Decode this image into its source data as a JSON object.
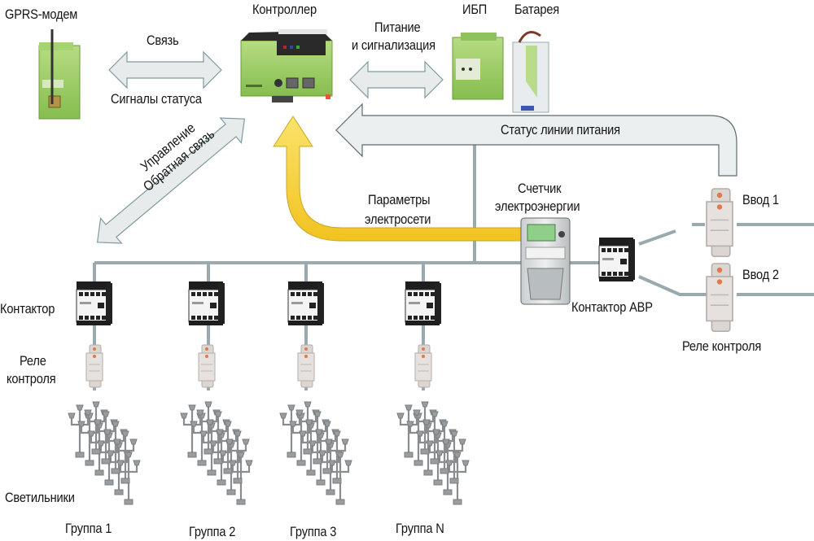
{
  "title": "Схема системы управления наружным освещением",
  "devices": {
    "gprs_modem": "GPRS-модем",
    "controller": "Контроллер",
    "ups": "ИБП",
    "battery": "Батарея",
    "meter_line1": "Счетчик",
    "meter_line2": "электроэнергии",
    "contactor_avr": "Контактор АВР",
    "relay_control_right": "Реле контроля",
    "input1": "Ввод 1",
    "input2": "Ввод 2",
    "contactor": "Контактор",
    "relay_line1": "Реле",
    "relay_line2": "контроля",
    "lamps": "Светильники"
  },
  "links": {
    "modem_top": "Связь",
    "modem_bottom": "Сигналы статуса",
    "power_line1": "Питание",
    "power_line2": "и сигнализация",
    "status_line": "Статус линии питания",
    "params_line1": "Параметры",
    "params_line2": "электросети",
    "control_line1": "Управление",
    "control_line2": "Обратная связь"
  },
  "groups": [
    {
      "label": "Группа 1"
    },
    {
      "label": "Группа 2"
    },
    {
      "label": "Группа 3"
    },
    {
      "label": "Группа N"
    }
  ],
  "colors": {
    "arrow_fill": "#e8ebec",
    "arrow_stroke": "#7d9aa0",
    "yellow_arrow": "#f7d33c",
    "wire": "#9aa9ae",
    "device_green": "#9fce6a"
  }
}
